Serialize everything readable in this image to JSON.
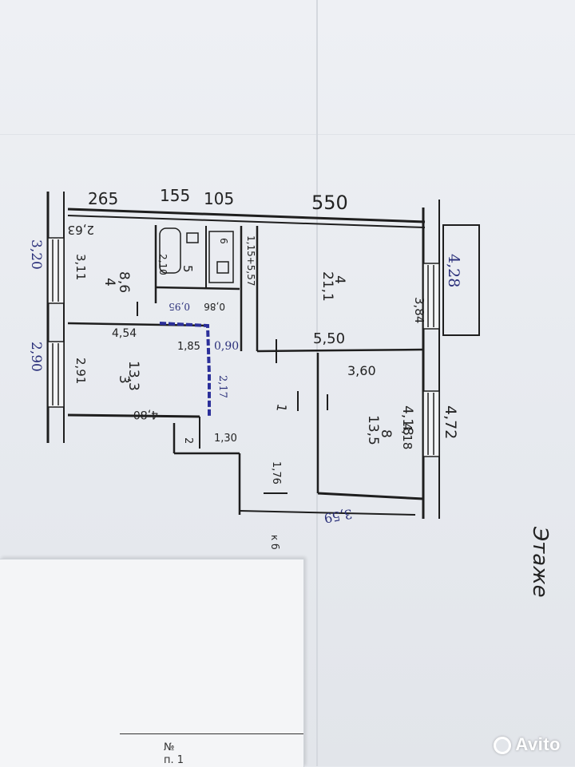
{
  "dimensions": {
    "top_1": "265",
    "top_2": "155",
    "top_3": "105",
    "top_4": "550",
    "left_1": "3,20",
    "left_2": "2,90",
    "right_1": "4,18",
    "right_2": "4,72",
    "bottom": "3,59"
  },
  "rooms": {
    "r4_num": "4",
    "r4_area": "8,6",
    "r4_width": "2,63",
    "r4_depth": "3,11",
    "bath_num": "5",
    "bath_wc": "6",
    "bath_w1": "2,10",
    "bath_w2": "0,95",
    "bath_w3": "0,86",
    "r3_num": "3",
    "r3_area": "13,3",
    "r3_width": "4,80",
    "r3_depth": "2,91",
    "r3_top": "4,54",
    "r3_top2": "1,85",
    "r3_top3": "0,90",
    "r2_num": "2",
    "corr_num": "1",
    "corr_1": "2,17",
    "corr_2": "1,30",
    "corr_3": "1,76",
    "corr_4": "1,15+5,57",
    "big_num": "4",
    "big_area": "21,1",
    "big_width": "5,50",
    "big_depth": "3,84",
    "r8_num": "8",
    "r8_area": "13,5",
    "r8_width": "3,60",
    "r8_depth": "4,18"
  },
  "balcony": {
    "label": "4,28"
  },
  "side_note": "Этаже",
  "bottom_note": "к б",
  "corner_texts": [
    "№",
    "п. 1"
  ],
  "watermark": "Avito"
}
